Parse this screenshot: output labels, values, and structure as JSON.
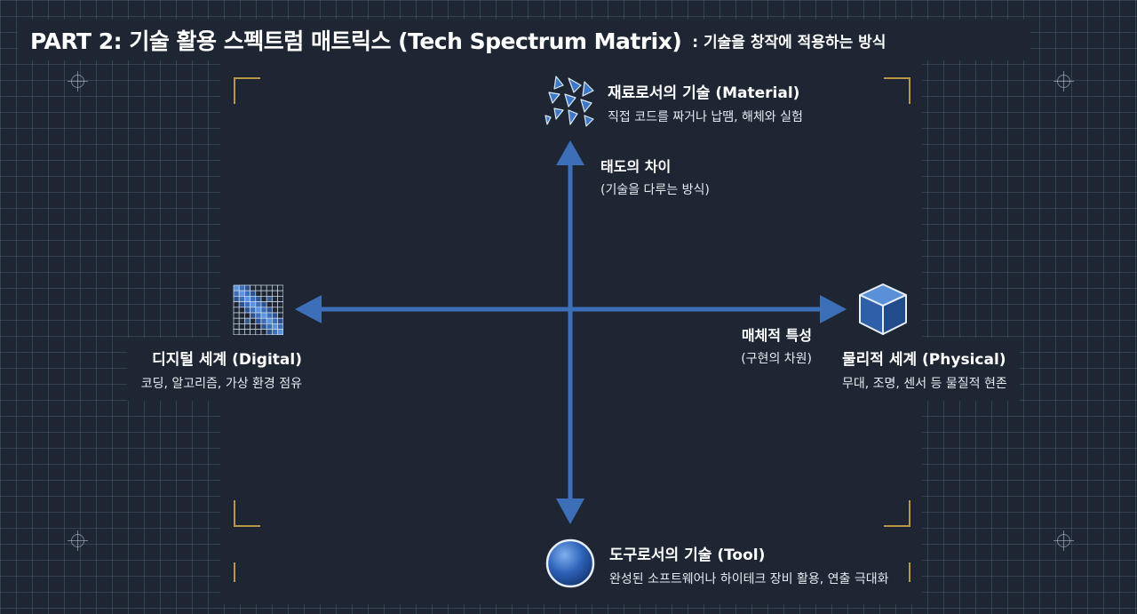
{
  "header": {
    "title": "PART 2: 기술 활용 스펙트럼 매트릭스 (Tech Spectrum Matrix)",
    "subtitle": ": 기술을 창작에 적용하는 방식"
  },
  "axes": {
    "vertical": {
      "name": "태도의 차이",
      "sub": "(기술을 다루는 방식)"
    },
    "horizontal": {
      "name": "매체적 특성",
      "sub": "(구현의 차원)"
    }
  },
  "quadrants": {
    "top": {
      "title": "재료로서의 기술 (Material)",
      "desc": "직접 코드를 짜거나 납땜, 해체와 실험",
      "icon": "shattered-fragments-icon"
    },
    "bottom": {
      "title": "도구로서의 기술 (Tool)",
      "desc": "완성된 소프트웨어나 하이테크 장비 활용, 연출 극대화",
      "icon": "sphere-icon"
    },
    "left": {
      "title": "디지털 세계 (Digital)",
      "desc": "코딩, 알고리즘, 가상 환경 점유",
      "icon": "pixel-grid-icon"
    },
    "right": {
      "title": "물리적 세계 (Physical)",
      "desc": "무대, 조명, 센서 등 물질적 현존",
      "icon": "cube-icon"
    }
  },
  "colors": {
    "background": "#1e2633",
    "arrow": "#3d6fb8",
    "accent_corner": "#b8954a",
    "text": "#ffffff"
  }
}
